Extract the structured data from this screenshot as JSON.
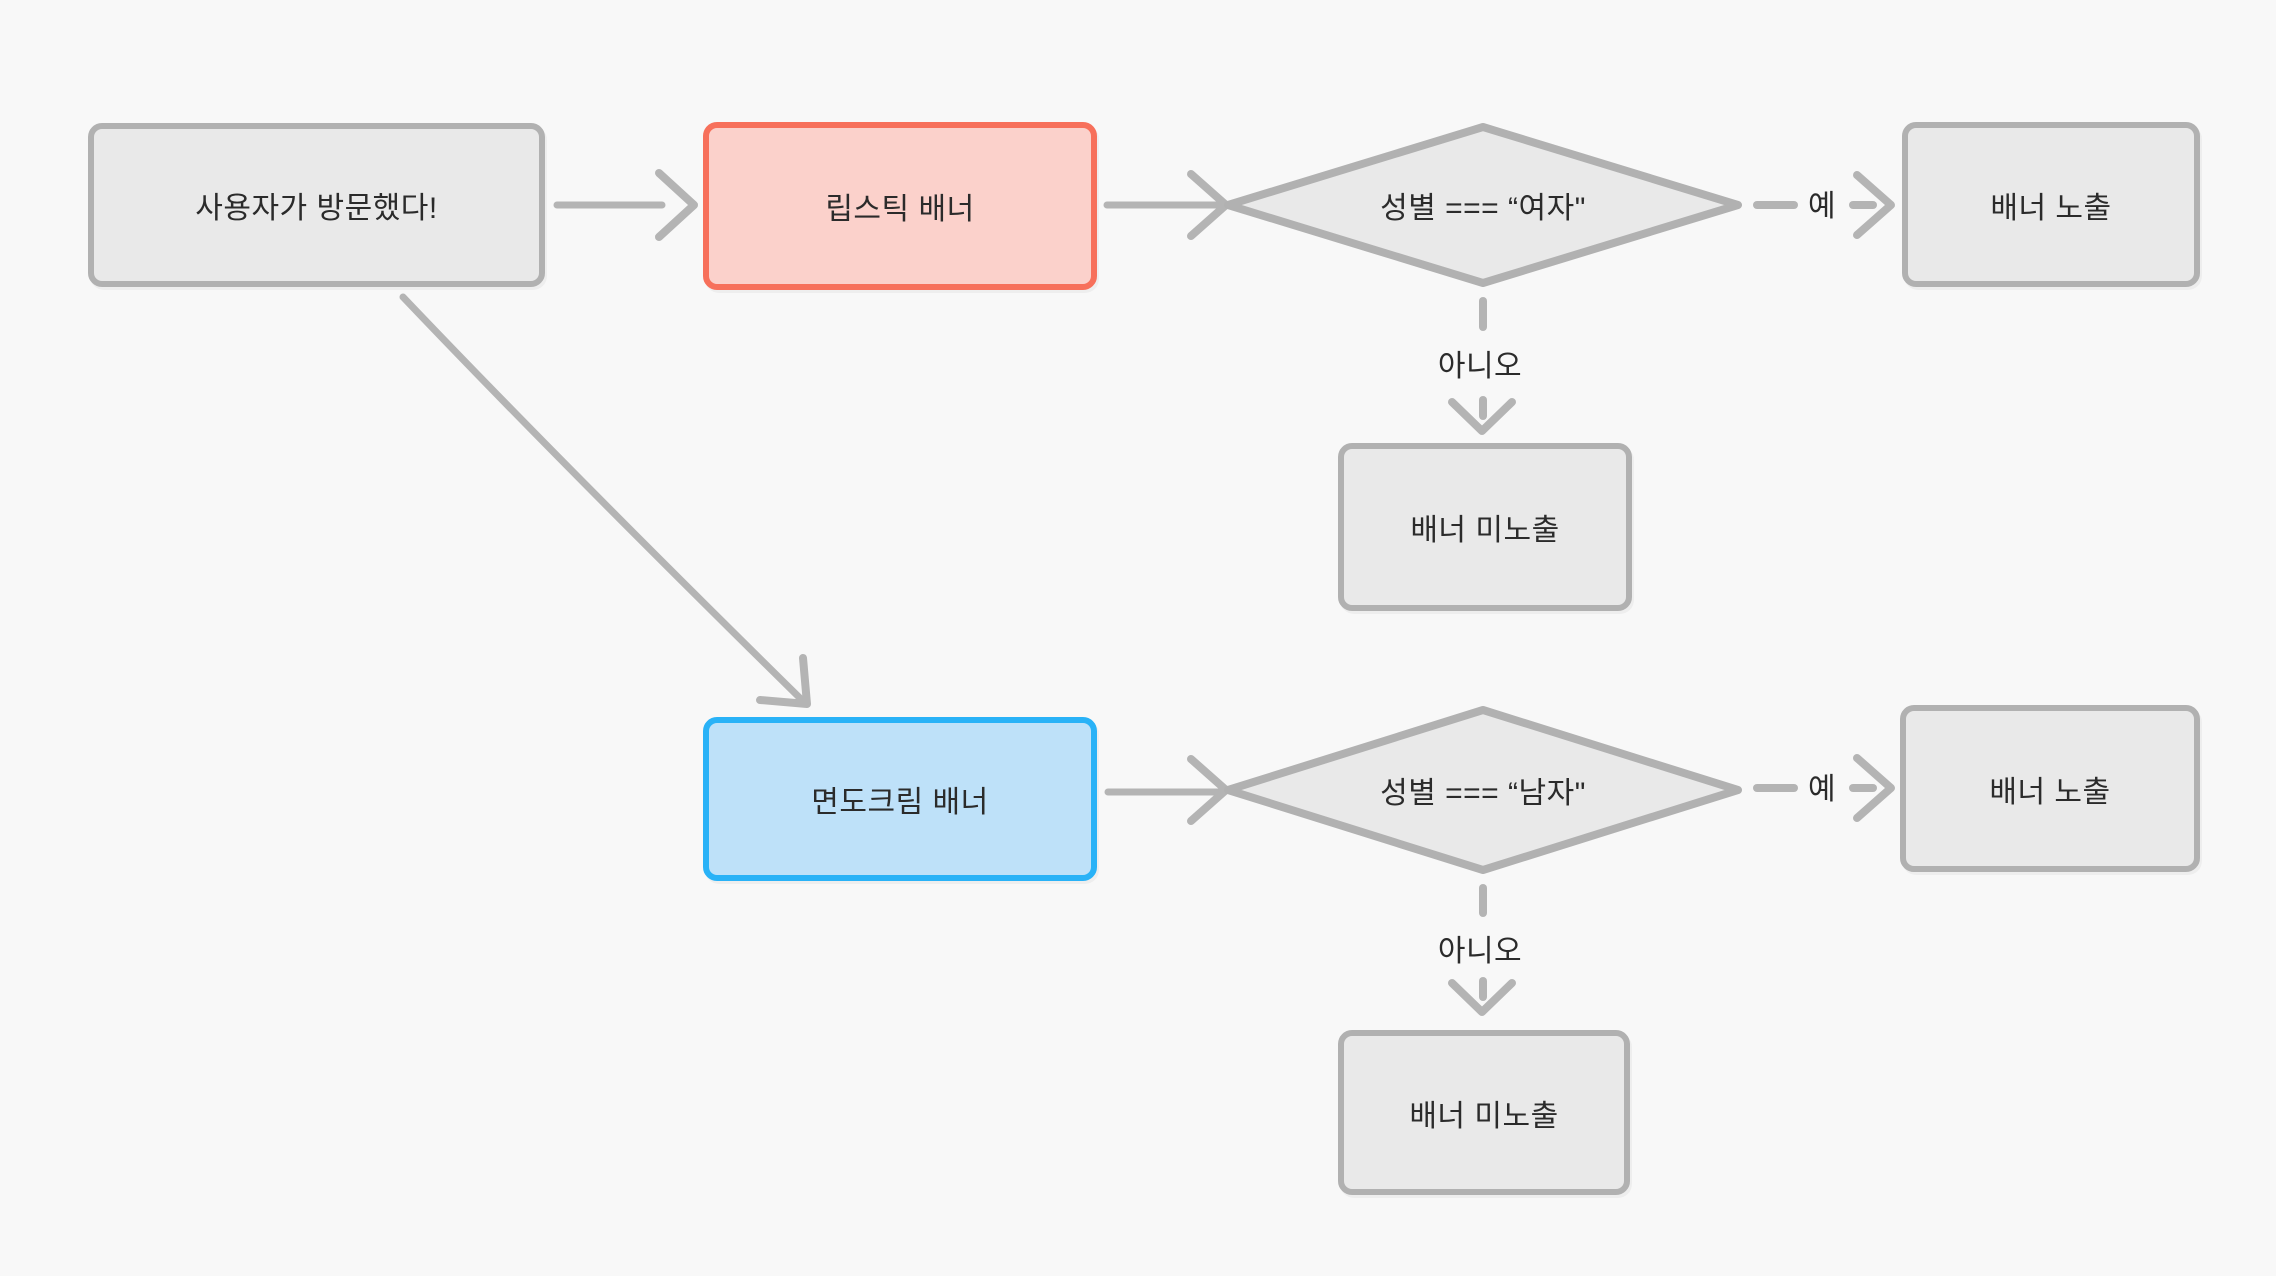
{
  "colors": {
    "background": "#F8F8F8",
    "node_fill": "#E9E9E9",
    "node_border": "#B1B1B1",
    "edge": "#B4B4B4",
    "text": "#2B2B2B",
    "red_border": "#F7705B",
    "red_fill": "#FBD1CB",
    "blue_border": "#29B2F7",
    "blue_fill": "#BEE1F9"
  },
  "nodes": {
    "start": {
      "label": "사용자가 방문했다!"
    },
    "lipstick_banner": {
      "label": "립스틱 배너"
    },
    "female_check": {
      "label": "성별 === “여자\""
    },
    "banner_show_top": {
      "label": "배너 노출"
    },
    "banner_hide_top": {
      "label": "배너 미노출"
    },
    "shaving_banner": {
      "label": "면도크림 배너"
    },
    "male_check": {
      "label": "성별 === “남자\""
    },
    "banner_show_bottom": {
      "label": "배너 노출"
    },
    "banner_hide_bottom": {
      "label": "배너 미노출"
    }
  },
  "edge_labels": {
    "yes": "예",
    "no": "아니오"
  }
}
